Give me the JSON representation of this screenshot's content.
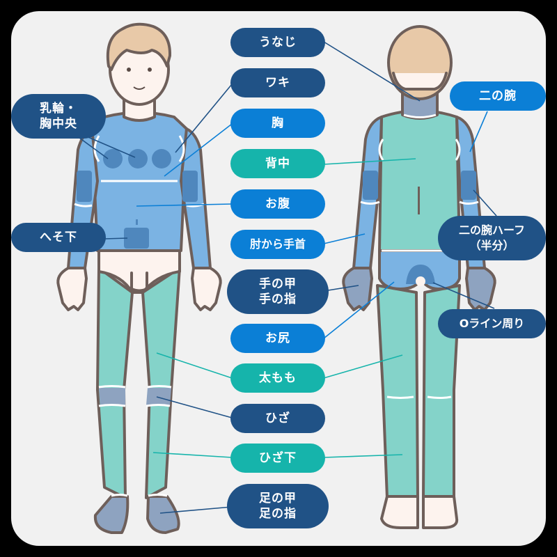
{
  "colors": {
    "navy": "#205286",
    "blue": "#0b7fd6",
    "teal": "#16b4ab",
    "background": "#f1f1f1",
    "outline": "#6e5f5a",
    "skin": "#fdf3ee",
    "hair": "#e8c9a8",
    "zone_light_blue": "#7bb3e3",
    "zone_mid_blue": "#4f87bd",
    "zone_teal": "#84d3c9",
    "zone_gray_blue": "#8ea3c0"
  },
  "center_labels": [
    {
      "id": "unaji",
      "text": "うなじ",
      "color": "navy"
    },
    {
      "id": "waki",
      "text": "ワキ",
      "color": "navy"
    },
    {
      "id": "mune",
      "text": "胸",
      "color": "blue"
    },
    {
      "id": "senaka",
      "text": "背中",
      "color": "teal"
    },
    {
      "id": "onaka",
      "text": "お腹",
      "color": "blue"
    },
    {
      "id": "hiji_tekubi",
      "text": "肘から手首",
      "color": "blue"
    },
    {
      "id": "te",
      "text": "手の甲\n手の指",
      "color": "navy"
    },
    {
      "id": "oshiri",
      "text": "お尻",
      "color": "blue"
    },
    {
      "id": "futomomo",
      "text": "太もも",
      "color": "teal"
    },
    {
      "id": "hiza",
      "text": "ひざ",
      "color": "navy"
    },
    {
      "id": "hizashita",
      "text": "ひざ下",
      "color": "teal"
    },
    {
      "id": "ashi",
      "text": "足の甲\n足の指",
      "color": "navy"
    }
  ],
  "left_labels": [
    {
      "id": "nyurin",
      "text": "乳輪・\n胸中央",
      "color": "navy"
    },
    {
      "id": "hesoshita",
      "text": "へそ下",
      "color": "navy"
    }
  ],
  "right_labels": [
    {
      "id": "ninoude",
      "text": "二の腕",
      "color": "blue"
    },
    {
      "id": "ninoude_half",
      "text": "二の腕ハーフ\n（半分）",
      "color": "navy"
    },
    {
      "id": "o_line",
      "text": "Oライン周り",
      "color": "navy"
    }
  ],
  "figures": {
    "front": "front-view-body",
    "back": "back-view-body"
  }
}
